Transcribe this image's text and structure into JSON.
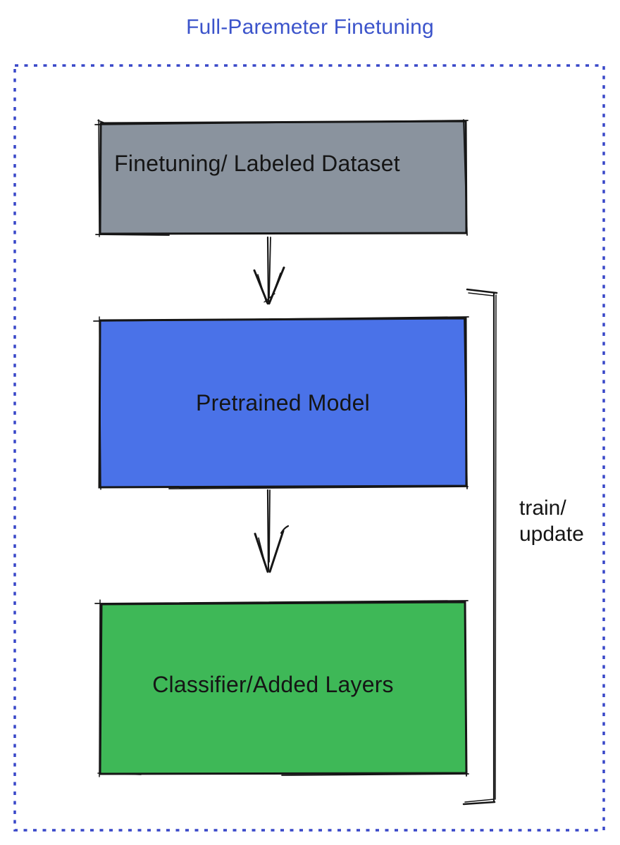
{
  "title": {
    "text": "Full-Paremeter Finetuning",
    "color": "#3c54cb"
  },
  "boxes": {
    "dataset": {
      "label": "Finetuning/ Labeled Dataset",
      "fill": "#8a939e"
    },
    "pretrained": {
      "label": "Pretrained Model",
      "fill": "#4a72e8"
    },
    "classifier": {
      "label": "Classifier/Added Layers",
      "fill": "#3eb857"
    }
  },
  "bracket": {
    "label": "train/\nupdate"
  },
  "colors": {
    "dotted_border": "#3847c8",
    "sketch_stroke": "#161616",
    "text": "#151515"
  }
}
